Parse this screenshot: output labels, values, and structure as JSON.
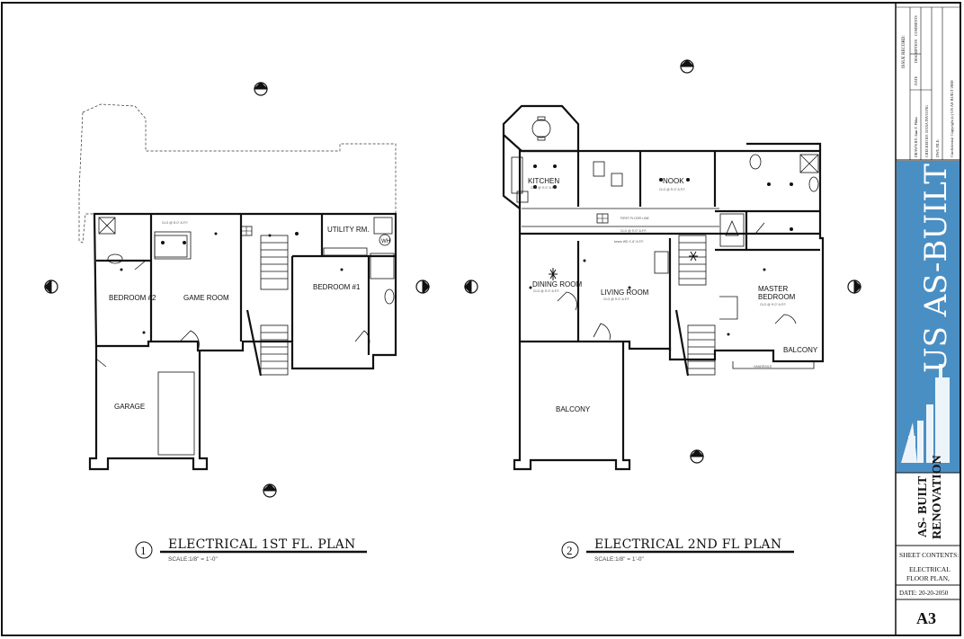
{
  "plans": [
    {
      "number": "1",
      "title": "ELECTRICAL 1ST FL. PLAN",
      "scale": "SCALE:1/8\" = 1'-0\"",
      "rooms": {
        "bedroom2": "BEDROOM #2",
        "game_room": "GAME ROOM",
        "bedroom1": "BEDROOM #1",
        "utility": "UTILITY RM.",
        "garage": "GARAGE",
        "wh": "WH"
      }
    },
    {
      "number": "2",
      "title": "ELECTRICAL 2ND FL PLAN",
      "scale": "SCALE:1/8\" = 1'-0\"",
      "rooms": {
        "kitchen": "KITCHEN",
        "nook": "NOOK",
        "dining": "DINING ROOM",
        "living": "LIVING ROOM",
        "master1": "MASTER",
        "master2": "BEDROOM",
        "balcony_small": "BALCONY",
        "balcony_large": "BALCONY"
      }
    }
  ],
  "title_block": {
    "issue_record": "ISSUE RECORD:",
    "col_date": "DATE",
    "col_description": "DESCRIPTION",
    "col_comments": "COMMENTS",
    "drawn_by": "DRAWN BY: Juan Y. Phlux",
    "checked_by": "CHECKED BY: DANA INVCONG",
    "dwg_file": "DWG FILE:",
    "copyright": "Confidential Copyright (c) US AS BUILT 2050",
    "brand": "US AS-BUILT",
    "project1": "AS- BUILT",
    "project2": "RENOVATION",
    "sheet_contents_label": "SHEET CONTENTS:",
    "sheet_contents1": "ELECTRICAL",
    "sheet_contents2": "FLOOR PLAN,",
    "date": "DATE: 20-20-2050",
    "sheet_number": "A3"
  },
  "colors": {
    "brand_blue": "#4a8fc4",
    "line": "#111111"
  }
}
